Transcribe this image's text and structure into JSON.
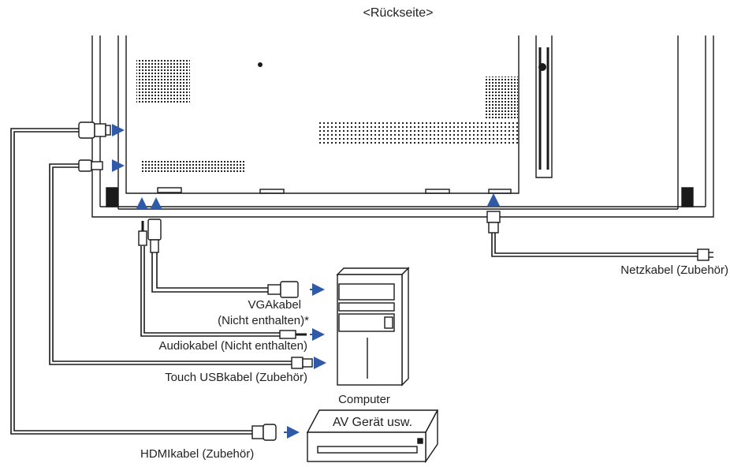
{
  "title": "<Rückseite>",
  "labels": {
    "power_cable": "Netzkabel (Zubehör)",
    "vga_cable_line1": "VGAkabel",
    "vga_cable_line2": "(Nicht enthalten)*",
    "audio_cable": "Audiokabel (Nicht enthalten)",
    "touch_usb_cable": "Touch USBkabel (Zubehör)",
    "computer": "Computer",
    "av_device": "AV Gerät usw.",
    "hdmi_cable": "HDMIkabel (Zubehör)"
  },
  "colors": {
    "line": "#1a1a1a",
    "arrow": "#2e5aa8",
    "panel_fill": "#ffffff"
  },
  "icons": {
    "hdmi_plug": "hdmi-plug-icon",
    "usb_plug": "usb-plug-icon",
    "vga_plug": "vga-plug-icon",
    "audio_jack": "audio-jack-icon",
    "power_plug": "power-plug-icon"
  }
}
